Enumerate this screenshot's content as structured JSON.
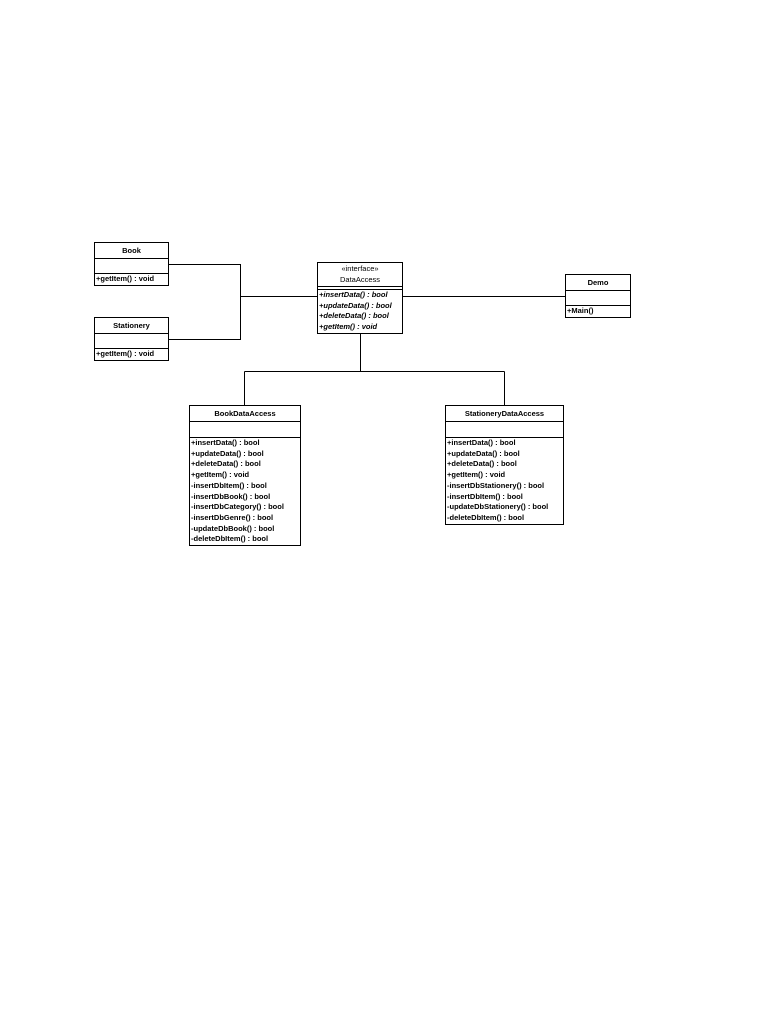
{
  "classes": {
    "book": {
      "name": "Book",
      "operations": [
        "+getItem() : void"
      ]
    },
    "stationery": {
      "name": "Stationery",
      "operations": [
        "+getItem() : void"
      ]
    },
    "data_access": {
      "stereotype": "«interface»",
      "name": "DataAccess",
      "operations": [
        "+insertData() : bool",
        "+updateData() : bool",
        "+deleteData() : bool",
        "+getItem() : void"
      ]
    },
    "demo": {
      "name": "Demo",
      "operations": [
        "+Main()"
      ]
    },
    "book_data_access": {
      "name": "BookDataAccess",
      "operations": [
        "+insertData() : bool",
        "+updateData() : bool",
        "+deleteData() : bool",
        "+getItem() : void",
        "-insertDbItem() : bool",
        "-insertDbBook() : bool",
        "-insertDbCategory() : bool",
        "-insertDbGenre() : bool",
        "-updateDbBook() : bool",
        "-deleteDbItem() : bool"
      ]
    },
    "stationery_data_access": {
      "name": "StationeryDataAccess",
      "operations": [
        "+insertData() : bool",
        "+updateData() : bool",
        "+deleteData() : bool",
        "+getItem() : void",
        "-insertDbStationery() : bool",
        "-insertDbItem() : bool",
        "-updateDbStationery() : bool",
        "-deleteDbItem() : bool"
      ]
    }
  }
}
